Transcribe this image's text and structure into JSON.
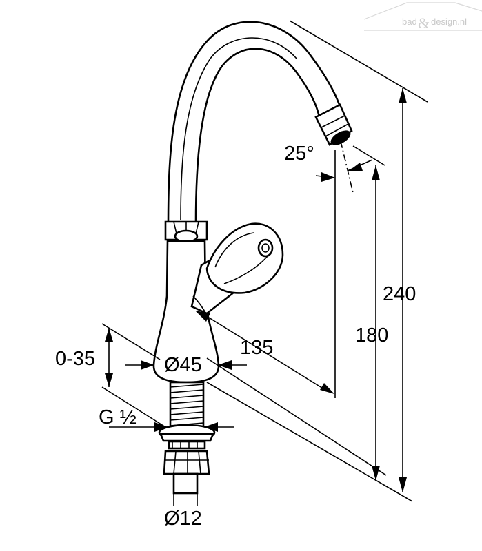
{
  "watermark": {
    "text_before": "bad",
    "ampersand": "&",
    "text_after": "design.nl",
    "color": "#c9c9c9"
  },
  "dimensions": {
    "angle": "25°",
    "height_total": "240",
    "height_outlet": "180",
    "reach": "135",
    "body_diameter": "Ø45",
    "clamp_range": "0-35",
    "thread": "G ½",
    "pipe_diameter": "Ø12"
  }
}
